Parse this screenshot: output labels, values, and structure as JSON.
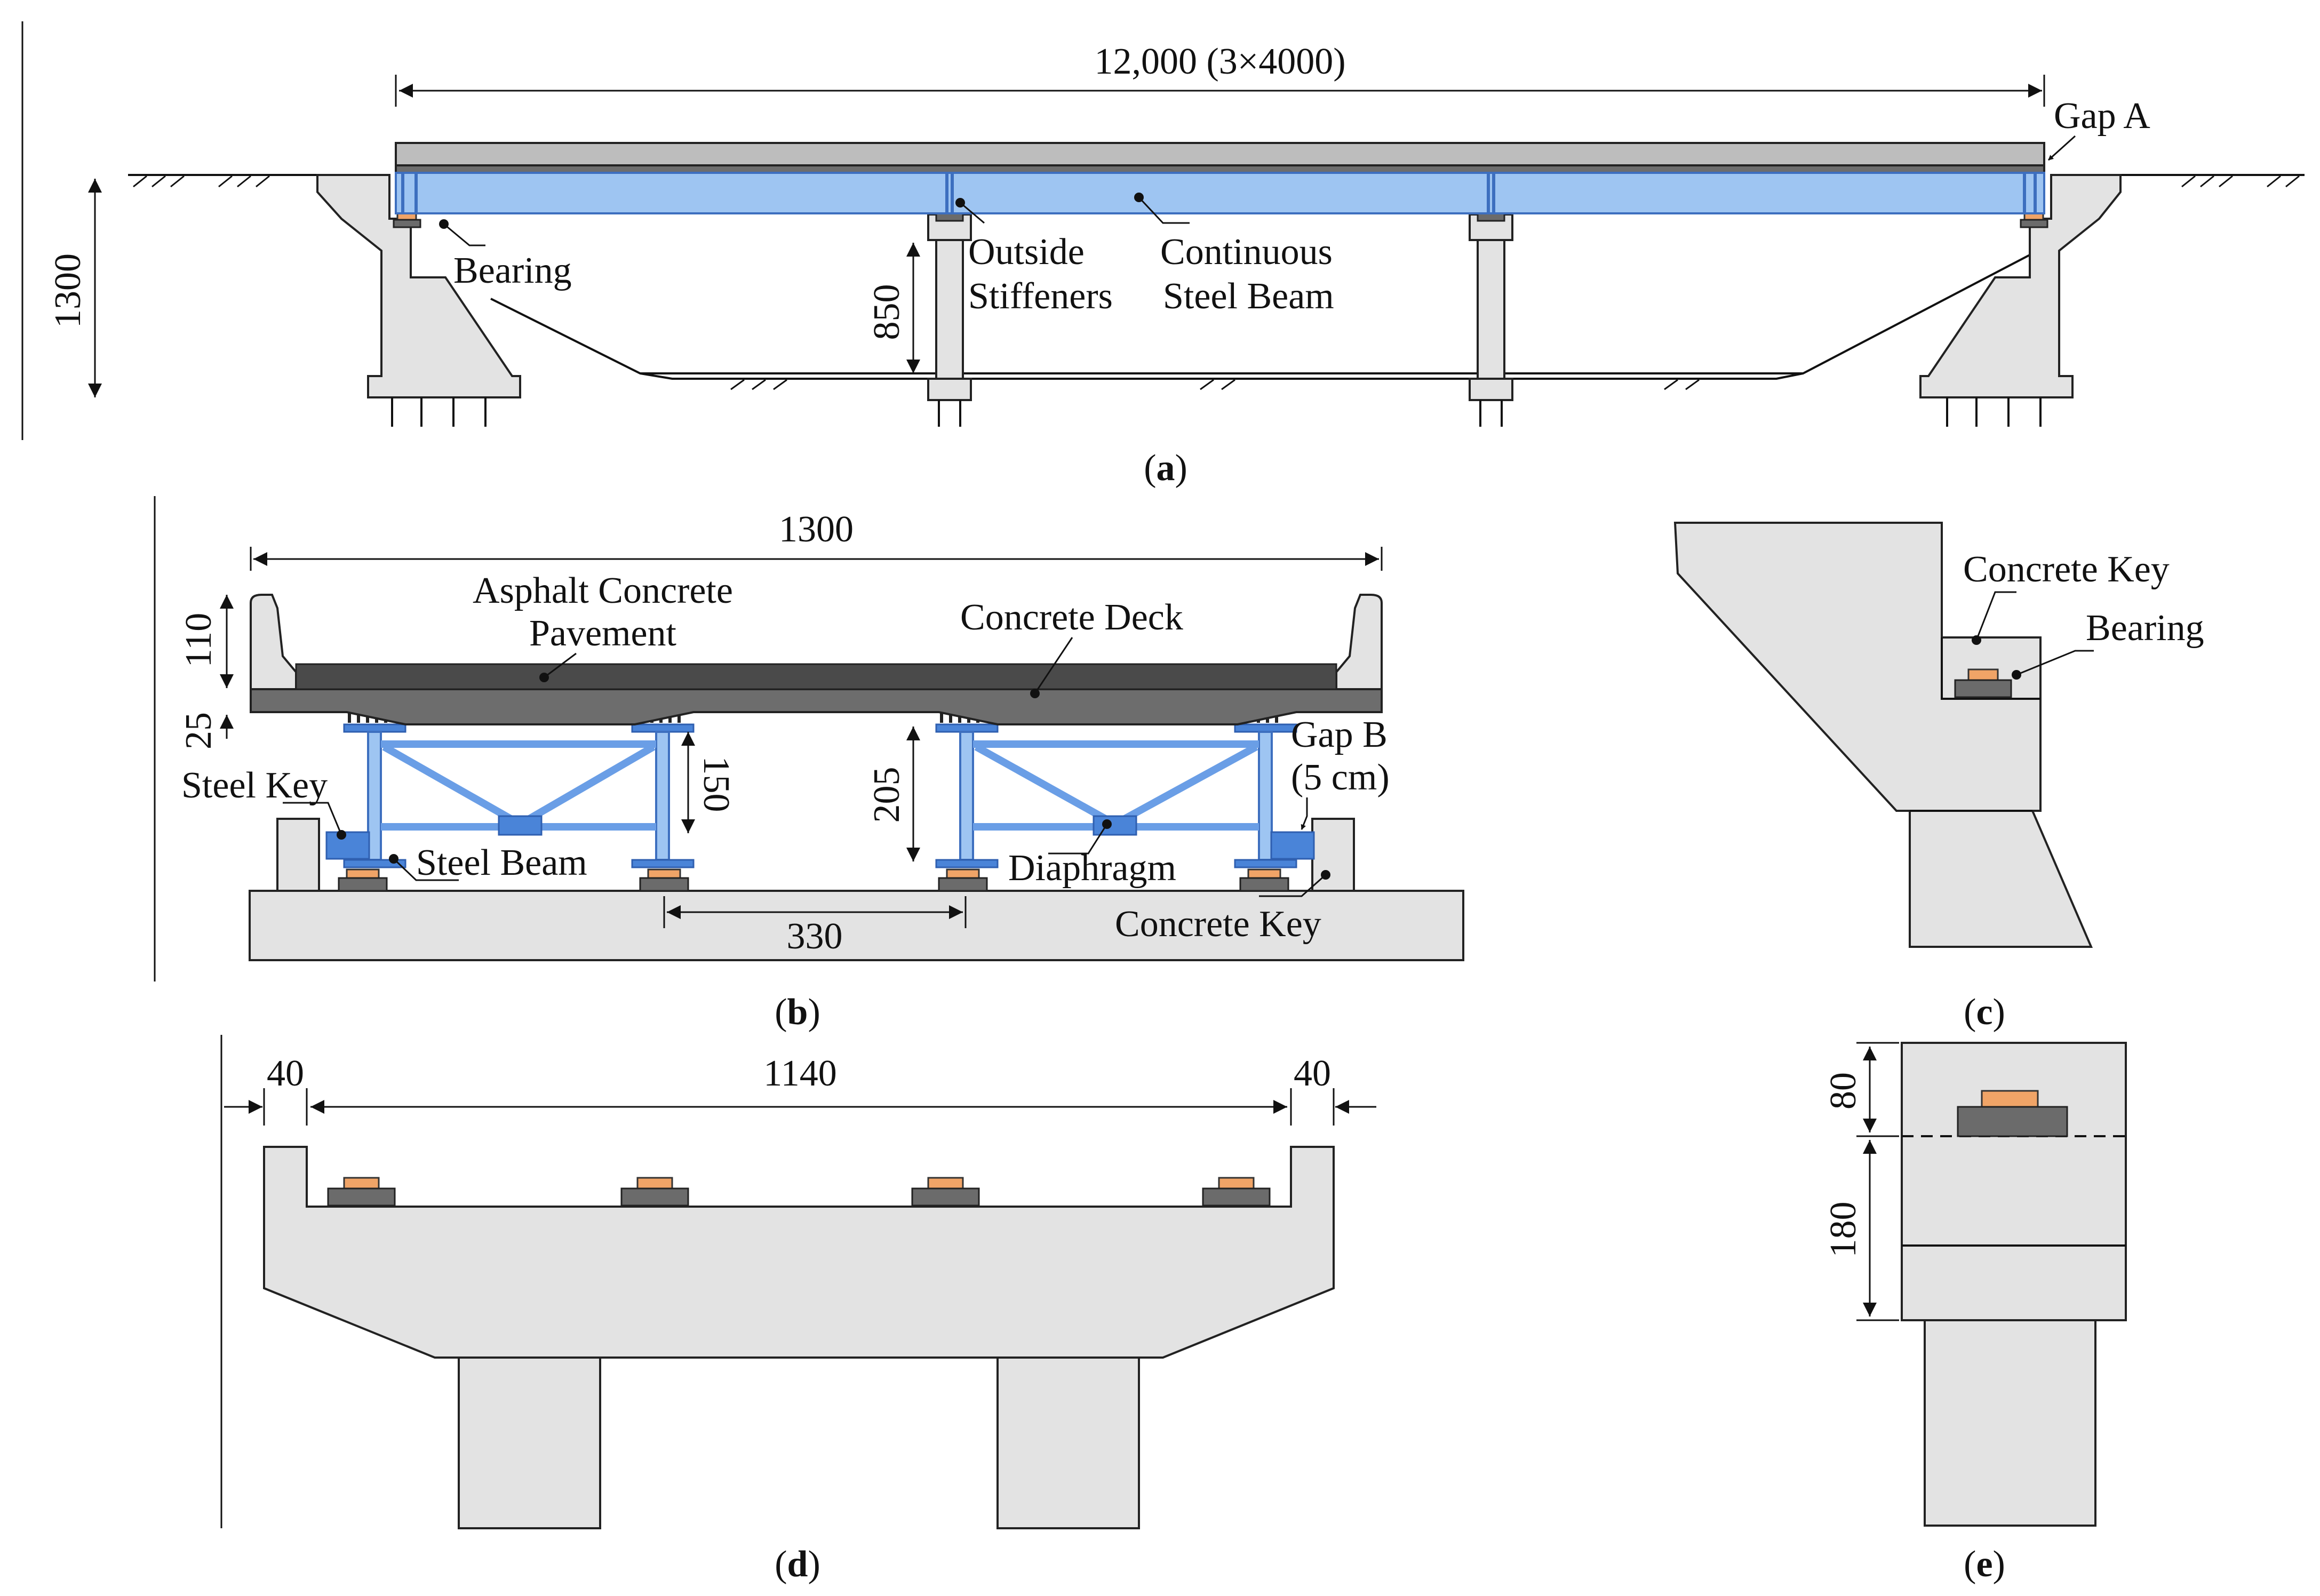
{
  "panels": {
    "a": {
      "caption_letter": "a",
      "span_dim": "12,000 (3×4000)",
      "height_dim": "1300",
      "pier_dim": "850",
      "labels": {
        "gap_a": "Gap A",
        "bearing": "Bearing",
        "outside_stiffeners_1": "Outside",
        "outside_stiffeners_2": "Stiffeners",
        "continuous_steel_beam_1": "Continuous",
        "continuous_steel_beam_2": "Steel Beam"
      }
    },
    "b": {
      "caption_letter": "b",
      "width_dim": "1300",
      "dim_110": "110",
      "dim_25": "25",
      "dim_150": "150",
      "dim_205": "205",
      "dim_330": "330",
      "labels": {
        "asphalt_1": "Asphalt Concrete",
        "asphalt_2": "Pavement",
        "concrete_deck": "Concrete  Deck",
        "steel_key": "Steel Key",
        "steel_beam": "Steel Beam",
        "diaphragm": "Diaphragm",
        "gap_b_1": "Gap B",
        "gap_b_2": "(5 cm)",
        "concrete_key": "Concrete Key"
      }
    },
    "c": {
      "caption_letter": "c",
      "labels": {
        "concrete_key": "Concrete Key",
        "bearing": "Bearing"
      }
    },
    "d": {
      "caption_letter": "d",
      "dim_left": "40",
      "dim_mid": "1140",
      "dim_right": "40"
    },
    "e": {
      "caption_letter": "e",
      "dim_top": "80",
      "dim_bottom": "180"
    }
  },
  "colors": {
    "steel": "#9ec5f2",
    "steel_dark": "#4a84d8",
    "concrete": "#e3e3e3",
    "deck": "#6d6d6d",
    "bearing_top": "#f0a467",
    "bearing_base": "#6b6b6b"
  }
}
